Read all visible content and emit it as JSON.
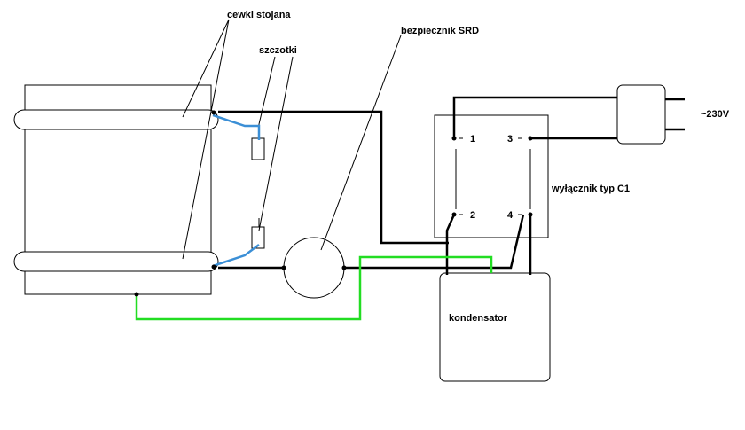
{
  "labels": {
    "stator_coils": "cewki stojana",
    "brushes": "szczotki",
    "fuse": "bezpiecznik SRD",
    "mains": "~230V",
    "switch": "wyłącznik typ C1",
    "capacitor": "kondensator"
  },
  "switch_terminals": {
    "t1": "1",
    "t2": "2",
    "t3": "3",
    "t4": "4"
  },
  "colors": {
    "wire": "#000000",
    "ground_wire": "#22dd22",
    "brush_wire": "#3b8fd6"
  }
}
